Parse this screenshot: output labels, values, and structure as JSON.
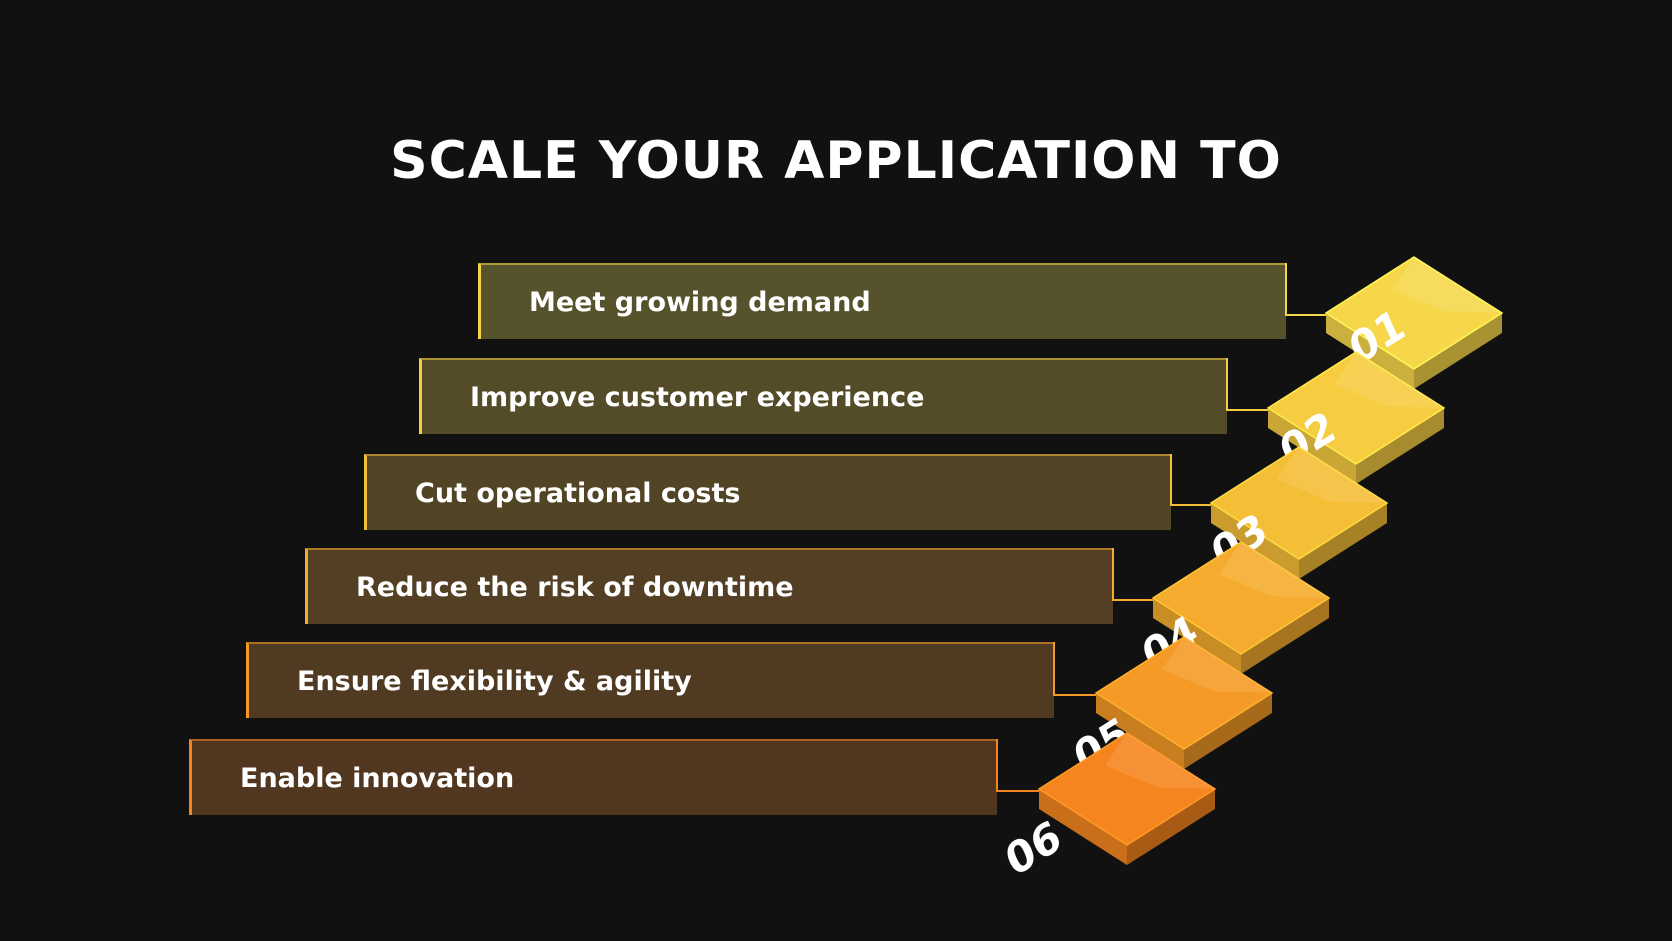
{
  "title": "SCALE YOUR APPLICATION TO",
  "steps": [
    {
      "number": "01",
      "label": "Meet growing demand",
      "color": "#F7D74A"
    },
    {
      "number": "02",
      "label": "Improve customer experience",
      "color": "#F6CC40"
    },
    {
      "number": "03",
      "label": "Cut operational costs",
      "color": "#F5BE37"
    },
    {
      "number": "04",
      "label": "Reduce the risk of downtime",
      "color": "#F5AC2E"
    },
    {
      "number": "05",
      "label": "Ensure flexibility & agility",
      "color": "#F59A26"
    },
    {
      "number": "06",
      "label": "Enable innovation",
      "color": "#F5861F"
    }
  ]
}
